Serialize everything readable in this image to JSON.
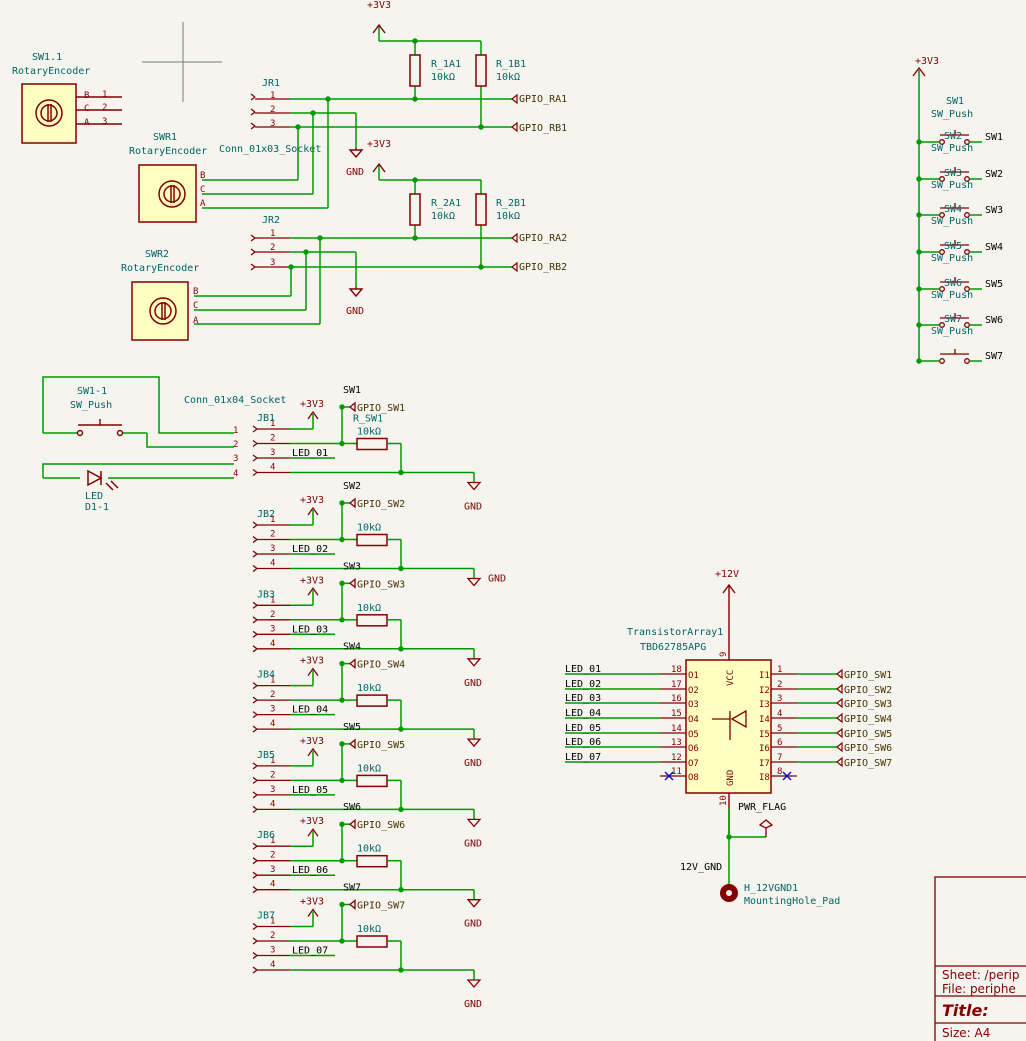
{
  "colors": {
    "background": "#f5f4ef",
    "wire": "#009900",
    "symbol": "#840000",
    "symbol_fill": "#ffffc2",
    "ref_text": "#006464",
    "pin_text": "#840000",
    "netlabel_text": "#000000",
    "glabel_text": "#463200",
    "power_text": "#840000",
    "noconnect": "#0000c8"
  },
  "power": {
    "v33": "+3V3",
    "v12": "+12V",
    "gnd": "GND"
  },
  "encoders": {
    "sw11": {
      "ref": "SW1.1",
      "value": "RotaryEncoder"
    },
    "swr1": {
      "ref": "SWR1",
      "value": "RotaryEncoder"
    },
    "swr2": {
      "ref": "SWR2",
      "value": "RotaryEncoder"
    },
    "pins": [
      "B",
      "C",
      "A"
    ],
    "pin_nums": [
      "1",
      "2",
      "3"
    ]
  },
  "jr": {
    "jr1": {
      "ref": "JR1",
      "value": "Conn_01x03_Socket"
    },
    "jr2": {
      "ref": "JR2"
    },
    "pins": [
      "1",
      "2",
      "3"
    ]
  },
  "resistors_rot": [
    {
      "ref": "R_1A1",
      "value": "10kΩ"
    },
    {
      "ref": "R_1B1",
      "value": "10kΩ"
    },
    {
      "ref": "R_2A1",
      "value": "10kΩ"
    },
    {
      "ref": "R_2B1",
      "value": "10kΩ"
    }
  ],
  "rot_labels": [
    "GPIO_RA1",
    "GPIO_RB1",
    "GPIO_RA2",
    "GPIO_RB2"
  ],
  "sw_push_column": {
    "ref": "SW1",
    "value": "SW_Push",
    "inner_refs": [
      "SW2",
      "SW3",
      "SW4",
      "SW5",
      "SW6",
      "SW7"
    ],
    "inner_value": "SW_Push",
    "outputs": [
      "SW1",
      "SW2",
      "SW3",
      "SW4",
      "SW5",
      "SW6",
      "SW7"
    ]
  },
  "sw1_1": {
    "ref": "SW1-1",
    "value": "SW_Push"
  },
  "led": {
    "ref": "LED",
    "value": "D1-1"
  },
  "jb": {
    "value": "Conn_01x04_Socket",
    "pins": [
      "1",
      "2",
      "3",
      "4"
    ],
    "rows": [
      {
        "ref": "JB1",
        "sw": "SW1",
        "gpio": "GPIO_SW1",
        "res_ref": "R_SW1",
        "res_val": "10kΩ",
        "led": "LED_01"
      },
      {
        "ref": "JB2",
        "sw": "SW2",
        "gpio": "GPIO_SW2",
        "res_val": "10kΩ",
        "led": "LED_02"
      },
      {
        "ref": "JB3",
        "sw": "SW3",
        "gpio": "GPIO_SW3",
        "res_val": "10kΩ",
        "led": "LED_03"
      },
      {
        "ref": "JB4",
        "sw": "SW4",
        "gpio": "GPIO_SW4",
        "res_val": "10kΩ",
        "led": "LED_04"
      },
      {
        "ref": "JB5",
        "sw": "SW5",
        "gpio": "GPIO_SW5",
        "res_val": "10kΩ",
        "led": "LED_05"
      },
      {
        "ref": "JB6",
        "sw": "SW6",
        "gpio": "GPIO_SW6",
        "res_val": "10kΩ",
        "led": "LED_06"
      },
      {
        "ref": "JB7",
        "sw": "SW7",
        "gpio": "GPIO_SW7",
        "res_val": "10kΩ",
        "led": "LED_07"
      }
    ]
  },
  "transistor_array": {
    "ref": "TransistorArray1",
    "value": "TBD62785APG",
    "vcc": "VCC",
    "gnd_pin": "GND",
    "vcc_pin": "9",
    "gnd_pin_num": "10",
    "left": [
      {
        "net": "LED_01",
        "num": "18",
        "name": "O1"
      },
      {
        "net": "LED_02",
        "num": "17",
        "name": "O2"
      },
      {
        "net": "LED_03",
        "num": "16",
        "name": "O3"
      },
      {
        "net": "LED_04",
        "num": "15",
        "name": "O4"
      },
      {
        "net": "LED_05",
        "num": "14",
        "name": "O5"
      },
      {
        "net": "LED_06",
        "num": "13",
        "name": "O6"
      },
      {
        "net": "LED_07",
        "num": "12",
        "name": "O7"
      },
      {
        "net": "",
        "num": "11",
        "name": "O8"
      }
    ],
    "right": [
      {
        "net": "GPIO_SW1",
        "num": "1",
        "name": "I1"
      },
      {
        "net": "GPIO_SW2",
        "num": "2",
        "name": "I2"
      },
      {
        "net": "GPIO_SW3",
        "num": "3",
        "name": "I3"
      },
      {
        "net": "GPIO_SW4",
        "num": "4",
        "name": "I4"
      },
      {
        "net": "GPIO_SW5",
        "num": "5",
        "name": "I5"
      },
      {
        "net": "GPIO_SW6",
        "num": "6",
        "name": "I6"
      },
      {
        "net": "GPIO_SW7",
        "num": "7",
        "name": "I7"
      },
      {
        "net": "",
        "num": "8",
        "name": "I8"
      }
    ]
  },
  "pwr_flag": "PWR_FLAG",
  "net_12v_gnd": "12V_GND",
  "mounting_hole": {
    "ref": "H_12VGND1",
    "value": "MountingHole_Pad"
  },
  "title_block": {
    "sheet": "Sheet: /perip",
    "file": "File: periphe",
    "title": "Title:",
    "size": "Size: A4"
  }
}
